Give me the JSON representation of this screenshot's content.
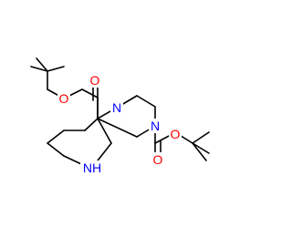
{
  "molecule": {
    "atoms": {
      "ester_o_left": {
        "label": "O",
        "color": "#ff0000"
      },
      "carbonyl_o_left": {
        "label": "O",
        "color": "#ff0000"
      },
      "ring_n_left": {
        "label": "N",
        "color": "#0000ff"
      },
      "ring_n_right": {
        "label": "N",
        "color": "#0000ff"
      },
      "ester_o_right": {
        "label": "O",
        "color": "#ff0000"
      },
      "carbonyl_o_right": {
        "label": "O",
        "color": "#ff0000"
      },
      "piperidine_nh": {
        "label": "NH",
        "color": "#0000ff"
      }
    }
  }
}
